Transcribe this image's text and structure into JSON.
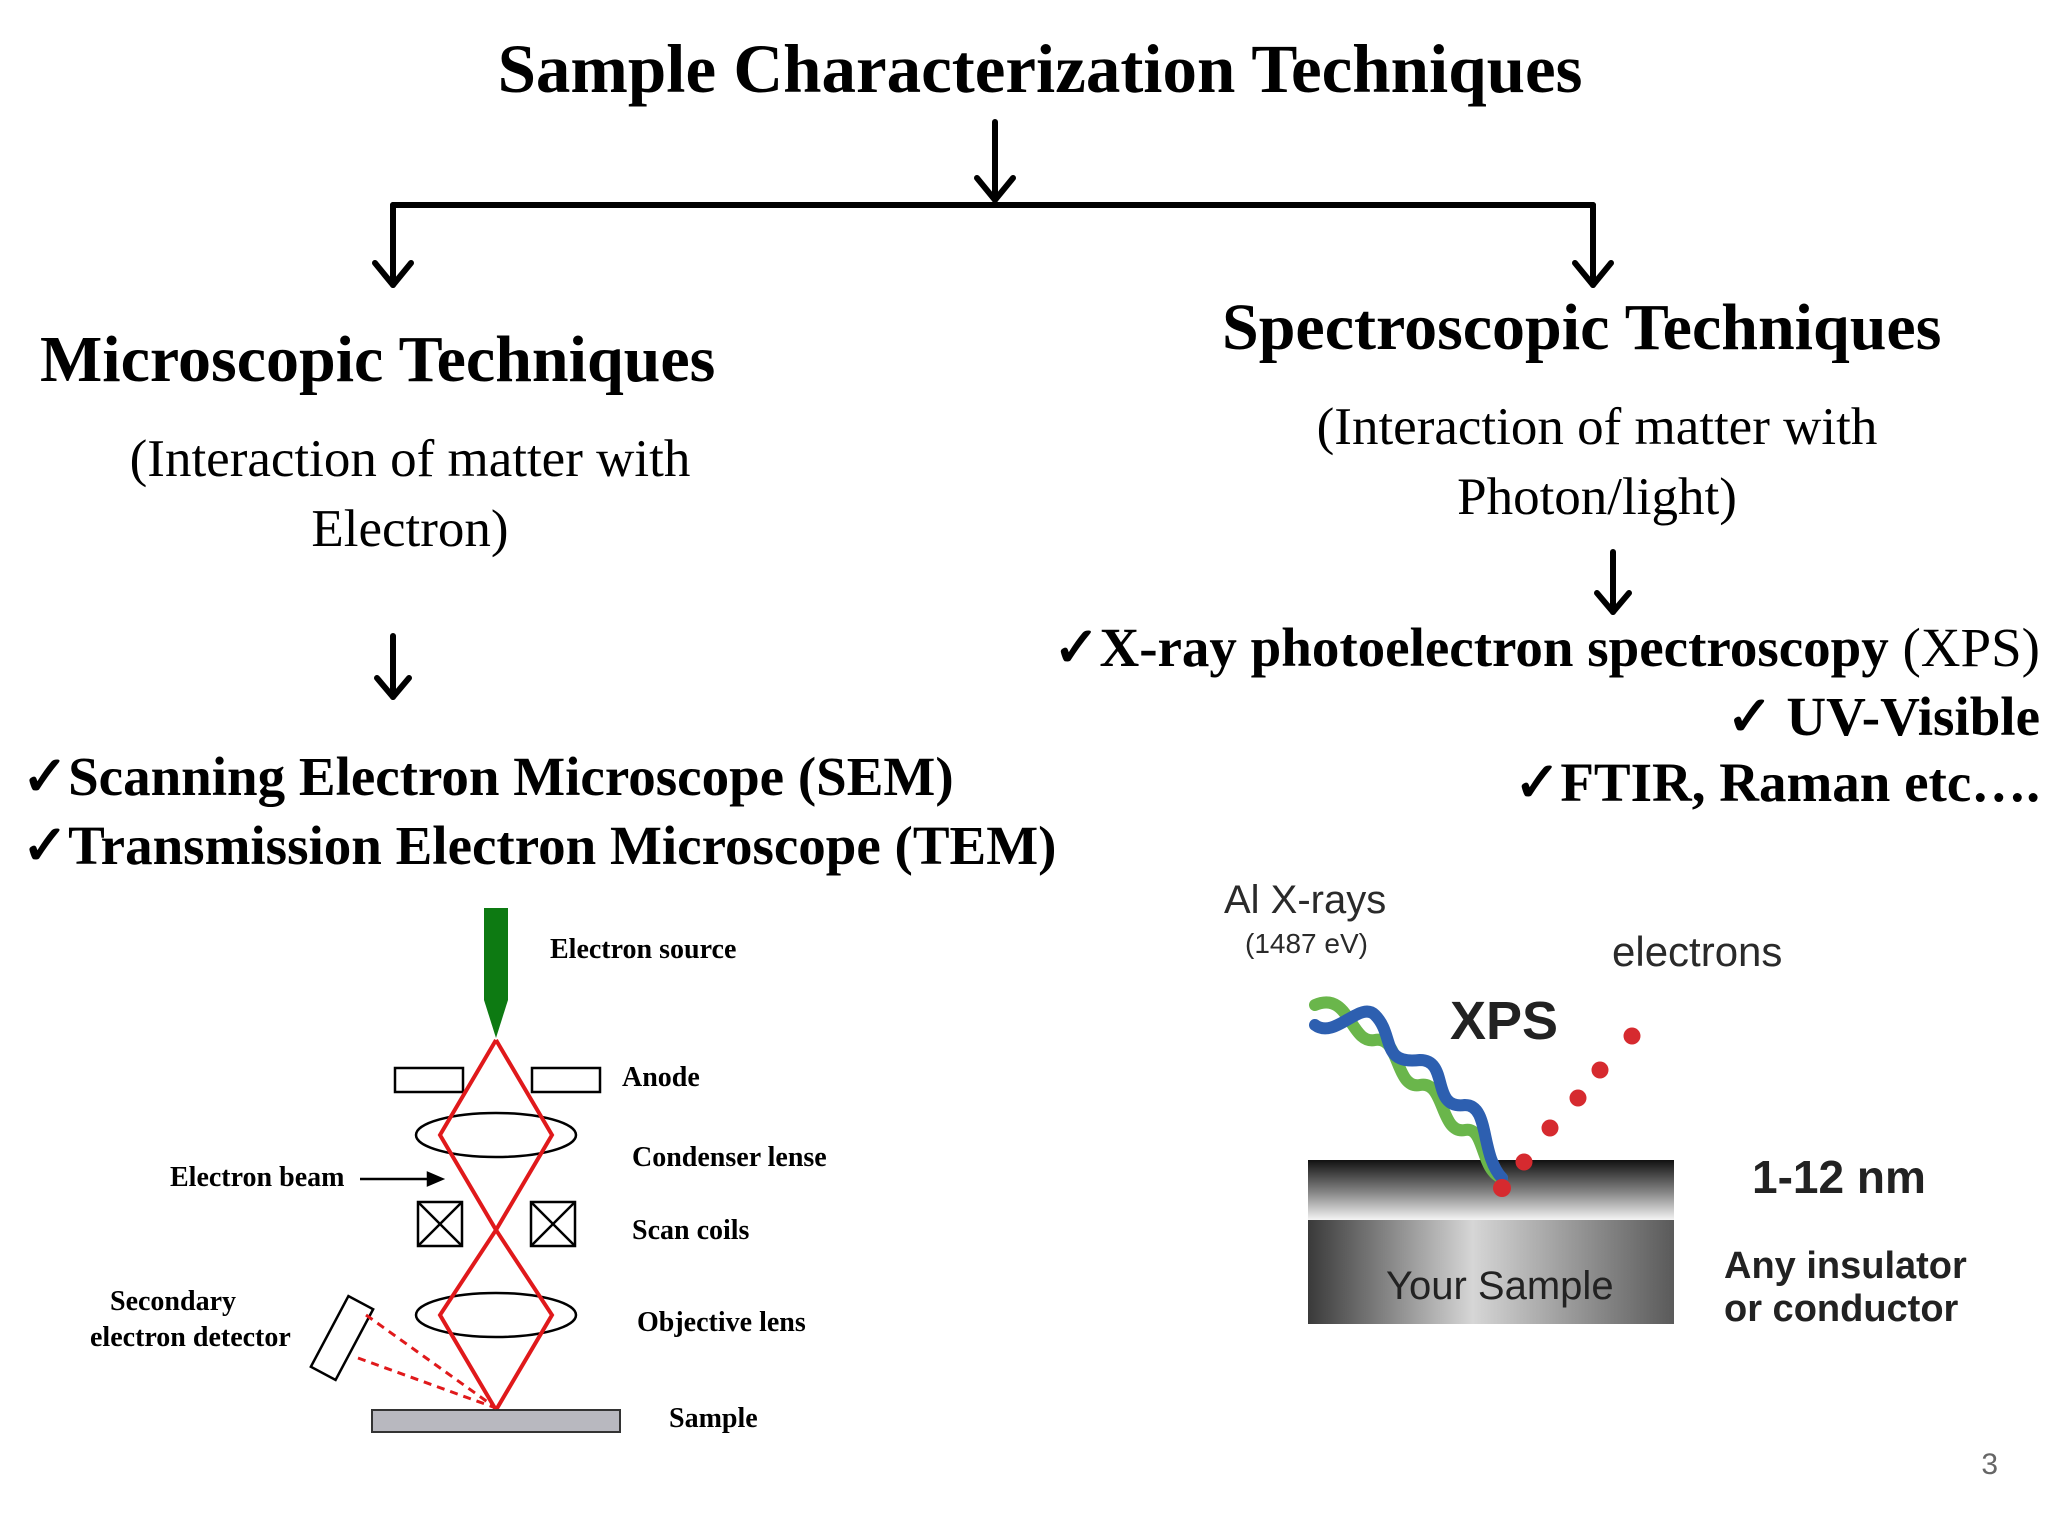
{
  "title": "Sample Characterization Techniques",
  "left": {
    "heading": "Microscopic Techniques",
    "subtitle_line1": "(Interaction of matter with",
    "subtitle_line2": "Electron)",
    "items": [
      "✓Scanning Electron Microscope (SEM)",
      "✓Transmission Electron Microscope (TEM)"
    ],
    "diagram": {
      "electron_source": "Electron source",
      "anode": "Anode",
      "condenser": "Condenser lense",
      "electron_beam": "Electron beam",
      "scan_coils": "Scan coils",
      "secondary_1": "Secondary",
      "secondary_2": "electron detector",
      "objective": "Objective lens",
      "sample": "Sample",
      "colors": {
        "beam": "#e0191b",
        "source": "#0d7a12",
        "sample": "#b8b8bf"
      }
    }
  },
  "right": {
    "heading": "Spectroscopic Techniques",
    "subtitle_line1": "(Interaction of matter with",
    "subtitle_line2": "Photon/light)",
    "item1_bold": "✓X-ray photoelectron spectroscopy",
    "item1_normal": " (XPS)",
    "item2": "✓ UV-Visible",
    "item3": "✓FTIR, Raman  etc….",
    "diagram": {
      "al_xrays": "Al X-rays",
      "energy": "(1487 eV)",
      "electrons": "electrons",
      "xps": "XPS",
      "depth": "1-12 nm",
      "your_sample": "Your Sample",
      "any_insulator": "Any insulator",
      "or_conductor": "or conductor",
      "colors": {
        "helix_blue": "#2d5fb0",
        "helix_green": "#6ab64b",
        "electron": "#d62a2f"
      }
    }
  },
  "page_number": "3"
}
